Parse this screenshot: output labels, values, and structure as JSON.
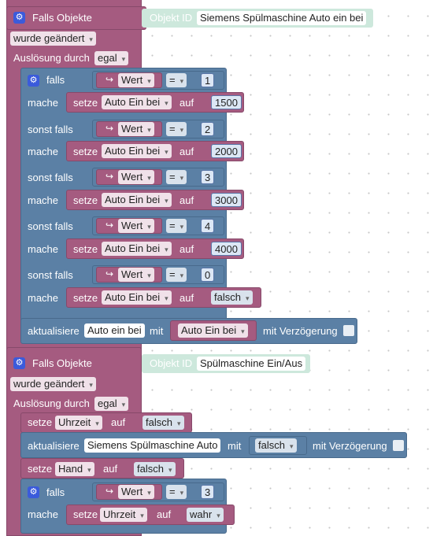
{
  "block1": {
    "event_label": "Falls Objekte",
    "object_id_label": "Objekt ID",
    "object_id": "Siemens Spülmaschine Auto ein bei",
    "trigger": "wurde geändert",
    "trigger_by_label": "Auslösung durch",
    "trigger_by": "egal",
    "if_label": "falls",
    "elseif_label": "sonst falls",
    "do_label": "mache",
    "set_label": "setze",
    "to_label": "auf",
    "value_var": "Wert",
    "eq": "=",
    "rows": [
      {
        "cond_kw": "falls",
        "cmp_value": "1",
        "target": "Auto Ein bei",
        "set_value": "1500"
      },
      {
        "cond_kw": "sonst falls",
        "cmp_value": "2",
        "target": "Auto Ein bei",
        "set_value": "2000"
      },
      {
        "cond_kw": "sonst falls",
        "cmp_value": "3",
        "target": "Auto Ein bei",
        "set_value": "3000"
      },
      {
        "cond_kw": "sonst falls",
        "cmp_value": "4",
        "target": "Auto Ein bei",
        "set_value": "4000"
      },
      {
        "cond_kw": "sonst falls",
        "cmp_value": "0",
        "target": "Auto Ein bei",
        "set_value": "falsch"
      }
    ],
    "update_label": "aktualisiere",
    "update_target": "Auto ein bei",
    "with_label": "mit",
    "update_value": "Auto Ein bei",
    "delay_label": "mit Verzögerung"
  },
  "block2": {
    "event_label": "Falls Objekte",
    "object_id_label": "Objekt ID",
    "object_id": "Spülmaschine Ein/Aus",
    "trigger": "wurde geändert",
    "trigger_by_label": "Auslösung durch",
    "trigger_by": "egal",
    "set_label": "setze",
    "to_label": "auf",
    "set1_target": "Uhrzeit",
    "set1_value": "falsch",
    "update_label": "aktualisiere",
    "update_target": "Siemens Spülmaschine Auto",
    "with_label": "mit",
    "update_value": "falsch",
    "delay_label": "mit Verzögerung",
    "set2_target": "Hand",
    "set2_value": "falsch",
    "if_label": "falls",
    "value_var": "Wert",
    "eq": "=",
    "cmp_value": "3",
    "do_label": "mache",
    "set3_target": "Uhrzeit",
    "set3_value": "wahr"
  }
}
